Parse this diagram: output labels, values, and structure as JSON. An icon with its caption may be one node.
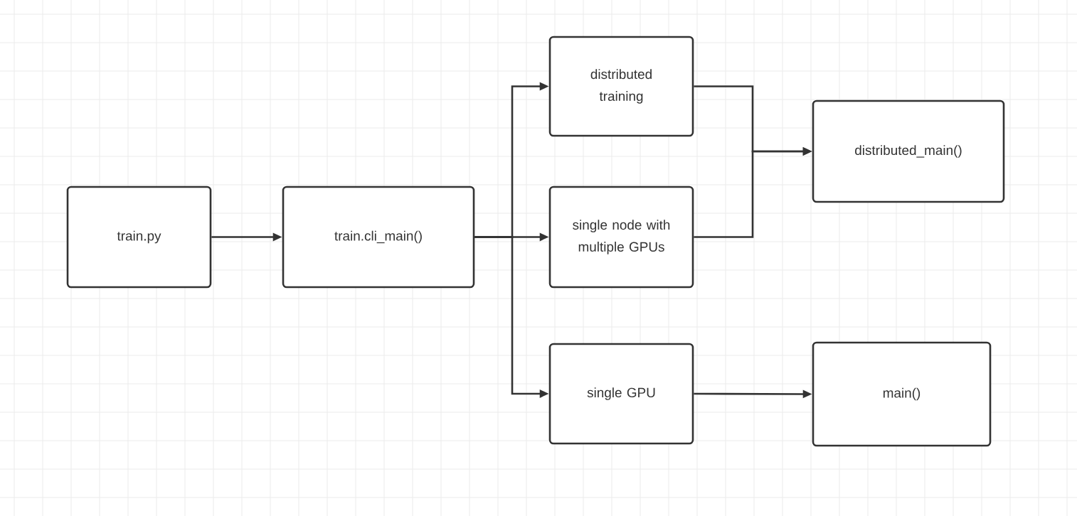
{
  "diagram": {
    "nodes": [
      {
        "text": [
          "train.py"
        ]
      },
      {
        "text": [
          "train.cli_main()"
        ]
      },
      {
        "text": [
          "distributed training"
        ]
      },
      {
        "text": [
          "single node with multiple GPUs"
        ]
      },
      {
        "text": [
          "single GPU"
        ]
      },
      {
        "text": [
          "distributed_main()"
        ]
      },
      {
        "text": [
          "main()"
        ]
      }
    ],
    "edges": [
      {
        "from": 0,
        "to": 1,
        "arrow": "to"
      },
      {
        "from": 1,
        "to": 2,
        "arrow": "to"
      },
      {
        "from": 1,
        "to": 3,
        "arrow": "to"
      },
      {
        "from": 1,
        "to": 4,
        "arrow": "to"
      },
      {
        "from": 2,
        "to": 5,
        "arrow": "to"
      },
      {
        "from": 3,
        "to": 5,
        "arrow": "to"
      },
      {
        "from": 4,
        "to": 6,
        "arrow": "to"
      }
    ]
  }
}
